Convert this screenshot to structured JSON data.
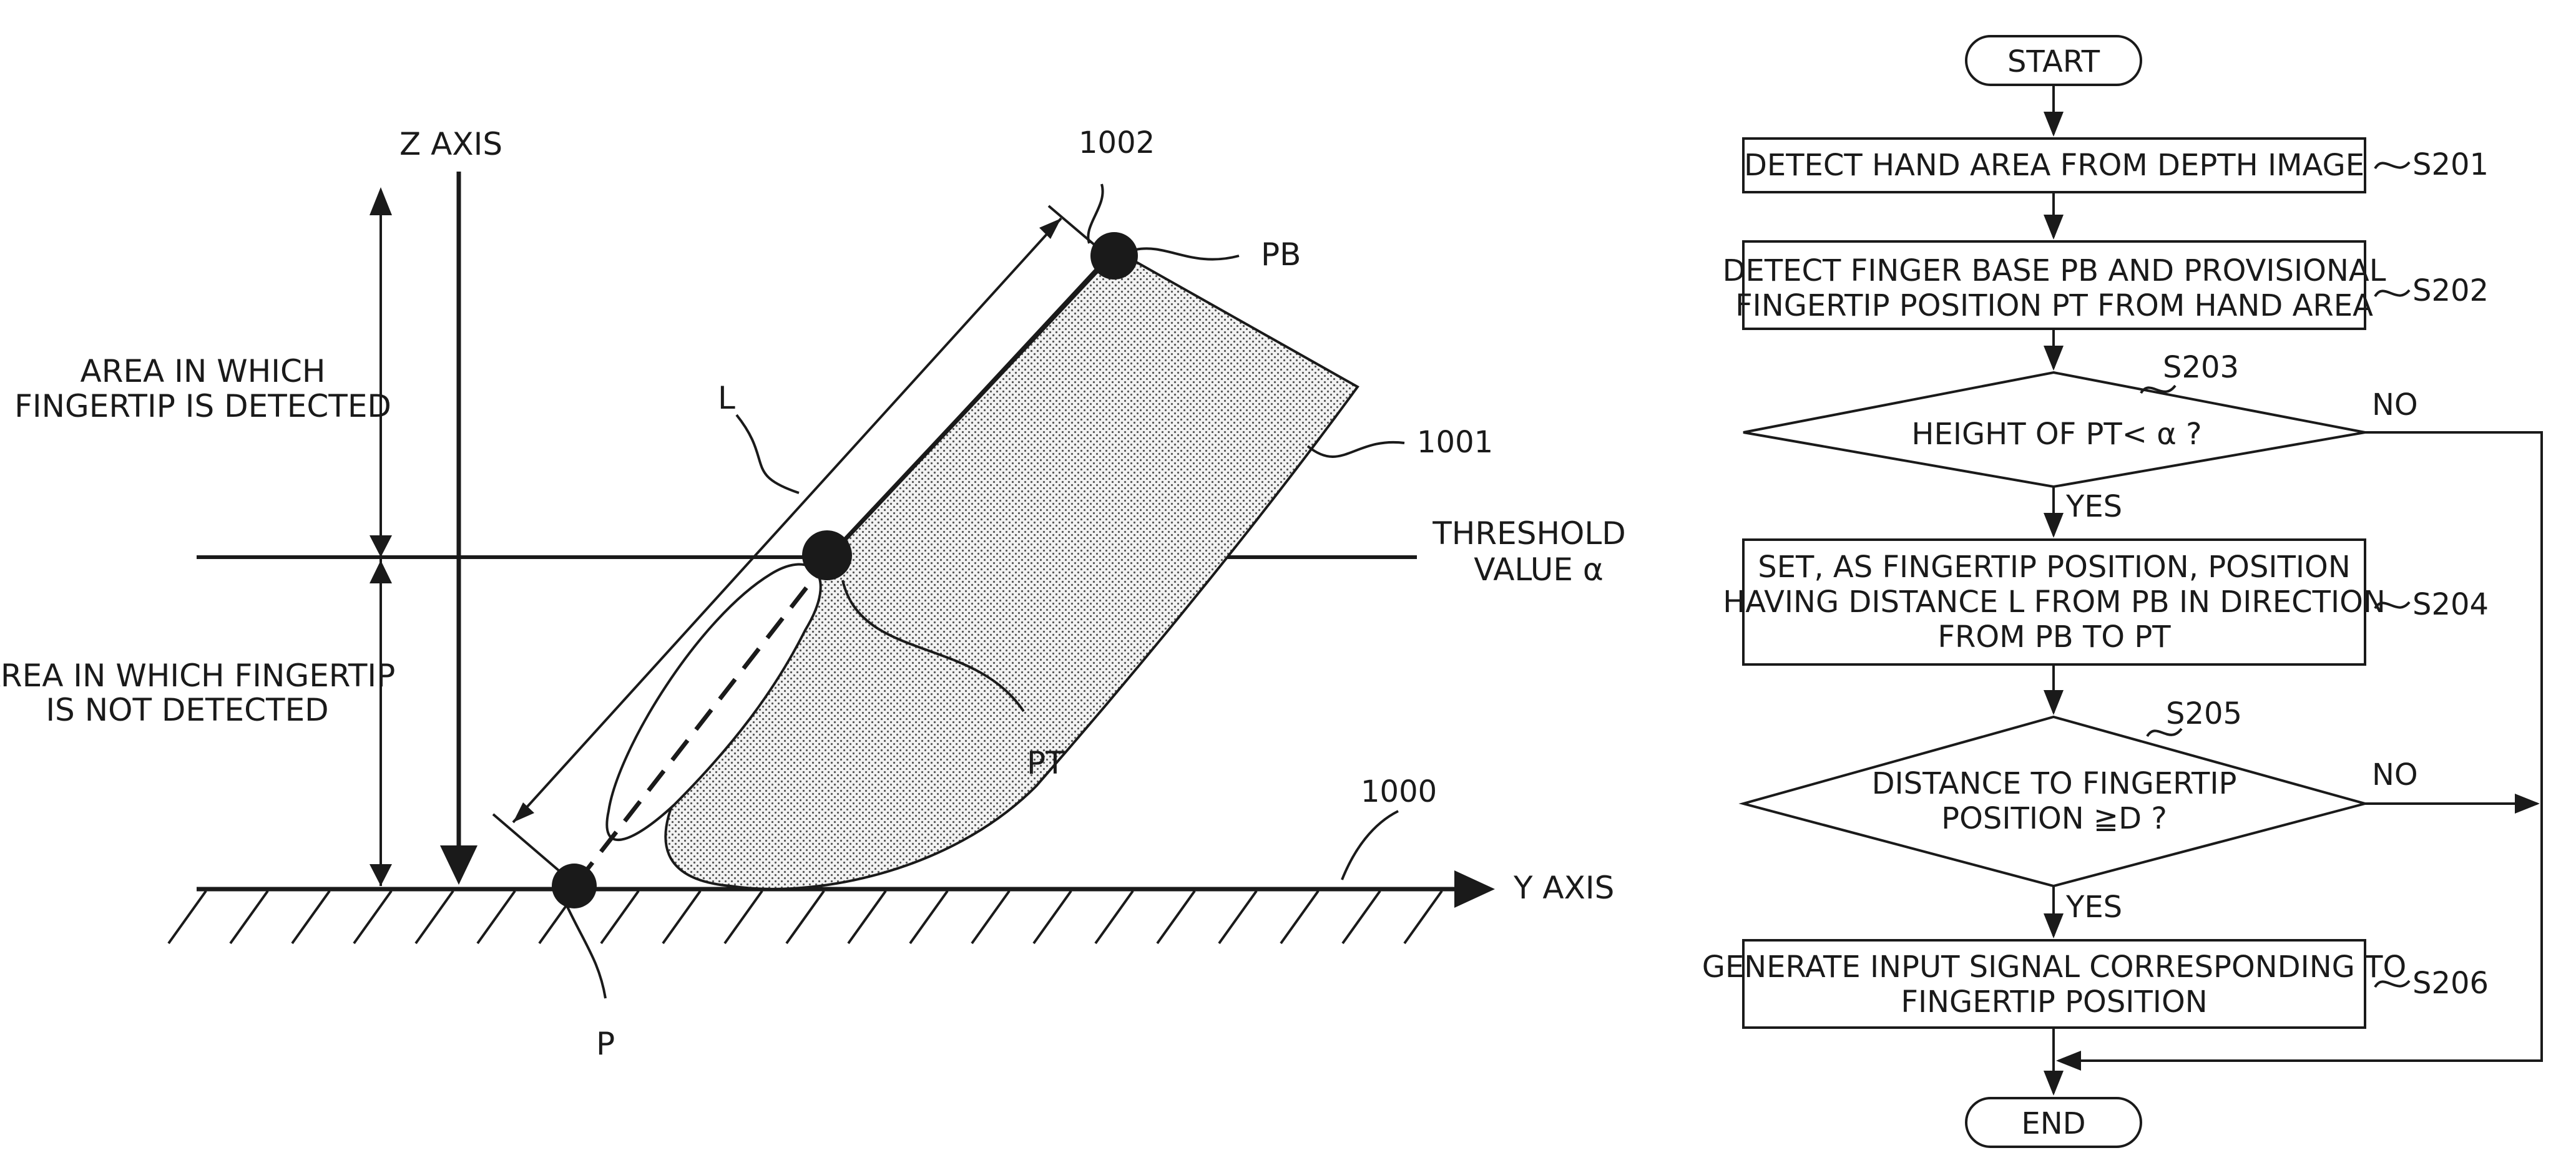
{
  "left_figure": {
    "z_axis_label": "Z AXIS",
    "y_axis_label": "Y AXIS",
    "area_detected": [
      "AREA IN WHICH",
      "FINGERTIP IS DETECTED"
    ],
    "area_not_detected": [
      "AREA IN WHICH FINGERTIP",
      "IS NOT DETECTED"
    ],
    "threshold": [
      "THRESHOLD",
      "VALUE α"
    ],
    "label_L": "L",
    "label_PB": "PB",
    "label_PT": "PT",
    "label_P": "P",
    "ref_1000": "1000",
    "ref_1001": "1001",
    "ref_1002": "1002"
  },
  "flowchart": {
    "start": "START",
    "end": "END",
    "s201": {
      "step": "S201",
      "lines": [
        "DETECT HAND AREA FROM DEPTH IMAGE"
      ]
    },
    "s202": {
      "step": "S202",
      "lines": [
        "DETECT FINGER BASE PB AND PROVISIONAL",
        "FINGERTIP POSITION PT FROM HAND AREA"
      ]
    },
    "s203": {
      "step": "S203",
      "lines": [
        "HEIGHT OF PT< α ?"
      ],
      "yes": "YES",
      "no": "NO"
    },
    "s204": {
      "step": "S204",
      "lines": [
        "SET, AS FINGERTIP POSITION, POSITION",
        "HAVING DISTANCE L FROM PB IN DIRECTION",
        "FROM PB TO PT"
      ]
    },
    "s205": {
      "step": "S205",
      "lines": [
        "DISTANCE TO FINGERTIP",
        "POSITION ≧D ?"
      ],
      "yes": "YES",
      "no": "NO"
    },
    "s206": {
      "step": "S206",
      "lines": [
        "GENERATE INPUT SIGNAL CORRESPONDING TO",
        "FINGERTIP POSITION"
      ]
    }
  }
}
